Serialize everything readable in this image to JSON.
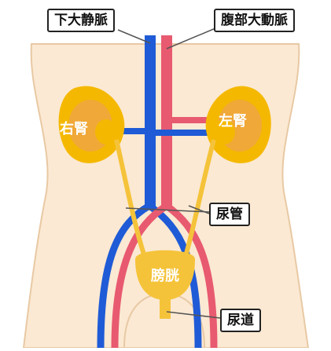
{
  "labels": {
    "inferior_vena_cava": "下大静脈",
    "abdominal_aorta": "腹部大動脈",
    "right_kidney": "右腎",
    "left_kidney": "左腎",
    "ureter": "尿管",
    "bladder": "膀胱",
    "urethra": "尿道"
  },
  "colors": {
    "body": "#fbe9d3",
    "body_outline": "#e8c9a4",
    "kidney": "#f5b800",
    "kidney_inner": "#f0a838",
    "vein": "#1f5bd6",
    "artery": "#e85a70",
    "urinary": "#f5c33a"
  }
}
